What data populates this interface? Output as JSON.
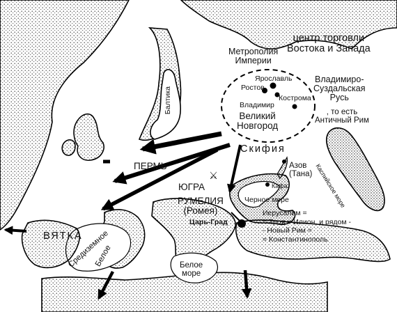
{
  "labels": {
    "trade_center": "центр торговли\nВостока и Запада",
    "metropolis": "Метрополия\nИмперии",
    "yaroslavl": "Ярославль",
    "rostov": "Ростов",
    "kostroma": "Кострома",
    "vladimir": "Владимир",
    "novgorod": "Великий\nНовгород",
    "vladimir_suzdal": "Владимиро-\nСуздальская\nРусь",
    "ancient_rome": ", то есть\nАнтичный Рим",
    "baltika": "Балтика",
    "caspian": "Каспийское море",
    "scythia": "Скифия",
    "perm": "ПЕРМЬ",
    "yugra": "ЮГРА",
    "azov": "Азов\n(Тана)",
    "kafa": "Кафа",
    "black_sea": "Черное море",
    "rumelia": "РУМЕЛИЯ\n(Ромея)",
    "tsargrad": "Царь-Град",
    "jerusalem": "Иерусалим =\n= Троя = Илион, и рядом -\n- Новый Рим =\n= Константинополь",
    "vyatka": "ВЯТКА",
    "mediterranean": "Средиземное",
    "white_left": "Белое",
    "white_sea": "Белое\nморе"
  },
  "symbols": {
    "crossed_swords": "⚔"
  }
}
